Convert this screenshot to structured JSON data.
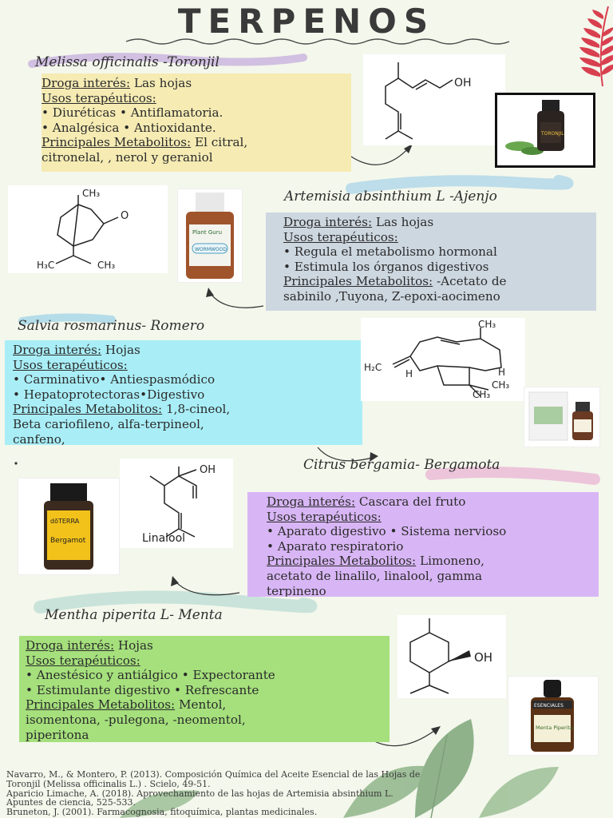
{
  "title": "TERPENOS",
  "labels": {
    "droga": "Droga interés:",
    "usos": "Usos terapéuticos:",
    "metab": "Principales Metabolitos:"
  },
  "sections": [
    {
      "plant": "Melissa officinalis -Toronjil",
      "droga": "Las hojas",
      "usos": [
        "• Diuréticas • Antiflamatoria.",
        "• Analgésica • Antioxidante."
      ],
      "metab": "El citral,",
      "metab_cont": [
        "citronelal, , nerol y geraniol"
      ],
      "box_color": "#f5ebb3"
    },
    {
      "plant": "Artemisia absinthium L -Ajenjo",
      "droga": "Las hojas",
      "usos": [
        "• Regula el metabolismo hormonal",
        "• Estimula los órganos digestivos"
      ],
      "metab": "-Acetato de",
      "metab_cont": [
        "sabinilo ,Tuyona, Z-epoxi-aocimeno"
      ],
      "box_color": "#cdd7e0"
    },
    {
      "plant": "Salvia rosmarinus- Romero",
      "droga": "Hojas",
      "usos": [
        "• Carminativo• Antiespasmódico",
        "• Hepatoprotectoras•Digestivo"
      ],
      "metab": "1,8-cineol,",
      "metab_cont": [
        "Beta cariofileno, alfa-terpineol,",
        "canfeno,"
      ],
      "box_color": "#a9eef7"
    },
    {
      "plant": "Citrus bergamia- Bergamota",
      "droga": "Cascara del fruto",
      "usos": [
        "• Aparato digestivo  • Sistema nervioso",
        "  • Aparato respiratorio"
      ],
      "metab": "Limoneno,",
      "metab_cont": [
        "acetato de linalilo, linalool, gamma",
        "terpineno"
      ],
      "box_color": "#d8b6f5"
    },
    {
      "plant": "Mentha  piperita L- Menta",
      "droga": " Hojas",
      "usos": [
        "• Anestésico y antiálgico   • Expectorante",
        "• Estimulante digestivo • Refrescante"
      ],
      "metab": "Mentol,",
      "metab_cont": [
        "isomentona, -pulegona, -neomentol,",
        "piperitona"
      ],
      "box_color": "#a5e07c"
    }
  ],
  "molecules": {
    "oh": "OH",
    "ch3": "CH₃",
    "h3c": "H₃C",
    "h2c": "H₂C",
    "h": "H",
    "o": "O",
    "linalool": "Linalool"
  },
  "products": {
    "toronjil": "TORONJIL",
    "plant_guru": "Plant Guru",
    "wormwood": "WORMWOOD",
    "doterra": "dōTERRA",
    "bergamot": "Bergamot",
    "menta": "Menta Piperita",
    "esenciales": "ESENCIALES"
  },
  "references": [
    "Navarro, M., & Montero, P. (2013). Composición Química del Aceite Esencial de las Hojas de",
    "Toronjil (Melissa officinalis L.) . Scielo, 49-51.",
    "Aparicio Limache, A. (2018). Aprovechamiento de las hojas de Artemisia absinthium L.",
    "Apuntes de ciencia, 525-533.",
    "Bruneton, J. (2001). Farmacognosia, fitoquímica, plantas medicinales."
  ],
  "colors": {
    "background": "#f4f7ec",
    "leaf_red": "#d8404f",
    "leaf_green": "#8fb58a"
  }
}
